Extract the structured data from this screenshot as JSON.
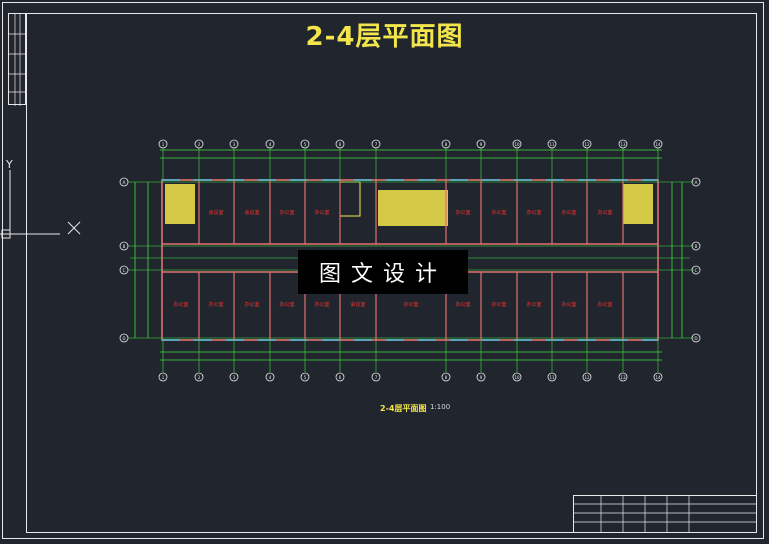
{
  "drawing": {
    "title": "2-4层平面图",
    "watermark": "图文设计",
    "caption": "2-4层平面图",
    "caption_scale": "1:100"
  },
  "grid_axes": {
    "top": [
      "1",
      "2",
      "3",
      "4",
      "5",
      "6",
      "7",
      "8",
      "9",
      "10",
      "11",
      "12",
      "13",
      "14"
    ],
    "left": [
      "A",
      "B",
      "C",
      "D"
    ],
    "right": [
      "A",
      "B",
      "C",
      "D"
    ]
  },
  "rooms": {
    "north": [
      "会议室",
      "会议室",
      "办公室",
      "办公室",
      "",
      "",
      "办公室",
      "办公室",
      "办公室",
      "办公室",
      "办公室"
    ],
    "south": [
      "办公室",
      "办公室",
      "办公室",
      "办公室",
      "办公室",
      "会议室",
      "办公室",
      "办公室",
      "办公室",
      "办公室",
      "办公室",
      "办公室"
    ]
  },
  "colors": {
    "background": "#21262e",
    "frame": "#e8e8e8",
    "title": "#f2e64a",
    "axis": "#3fe23f",
    "wall": "#e07070",
    "window": "#3ad6f0",
    "room_label": "#ff3030",
    "stair": "#f2e64a"
  }
}
